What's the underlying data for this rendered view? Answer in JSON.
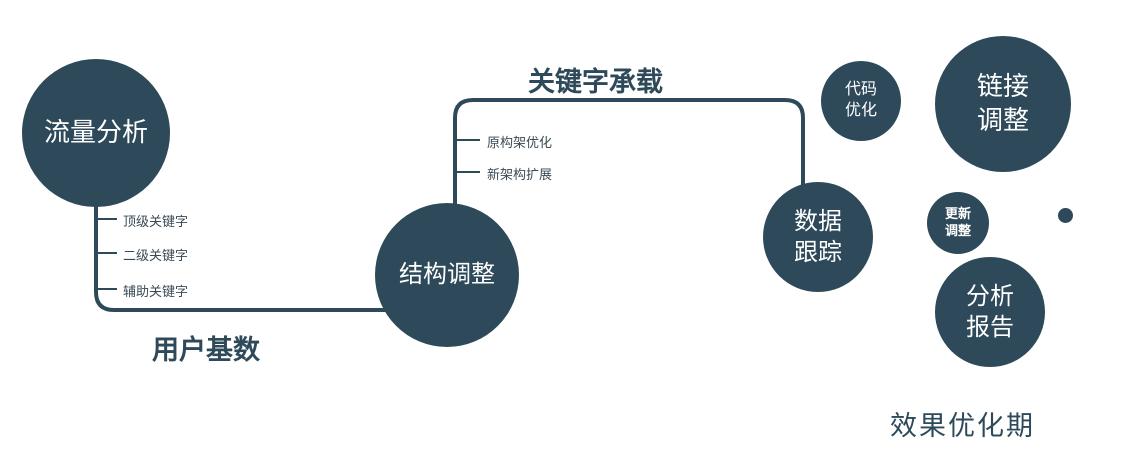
{
  "diagram": {
    "colors": {
      "primary": "#2e4a5a",
      "text_on_primary": "#ffffff",
      "background": "#ffffff"
    },
    "nodes": {
      "traffic_analysis": {
        "label": "流量分析"
      },
      "structure_adjustment": {
        "label": "结构调整"
      },
      "data_tracking": {
        "label": "数据\n跟踪"
      },
      "code_optimization": {
        "label": "代码\n优化"
      },
      "link_adjustment": {
        "label": "链接\n调整"
      },
      "update_adjustment": {
        "label": "更新\n调整"
      },
      "analysis_report": {
        "label": "分析\n报告"
      }
    },
    "edge_labels": {
      "user_base": "用户基数",
      "keyword_bearing": "关键字承载"
    },
    "branch_labels": {
      "left": [
        "顶级关键字",
        "二级关键字",
        "辅助关键字"
      ],
      "middle": [
        "原构架优化",
        "新架构扩展"
      ]
    },
    "caption": "效果优化期"
  }
}
